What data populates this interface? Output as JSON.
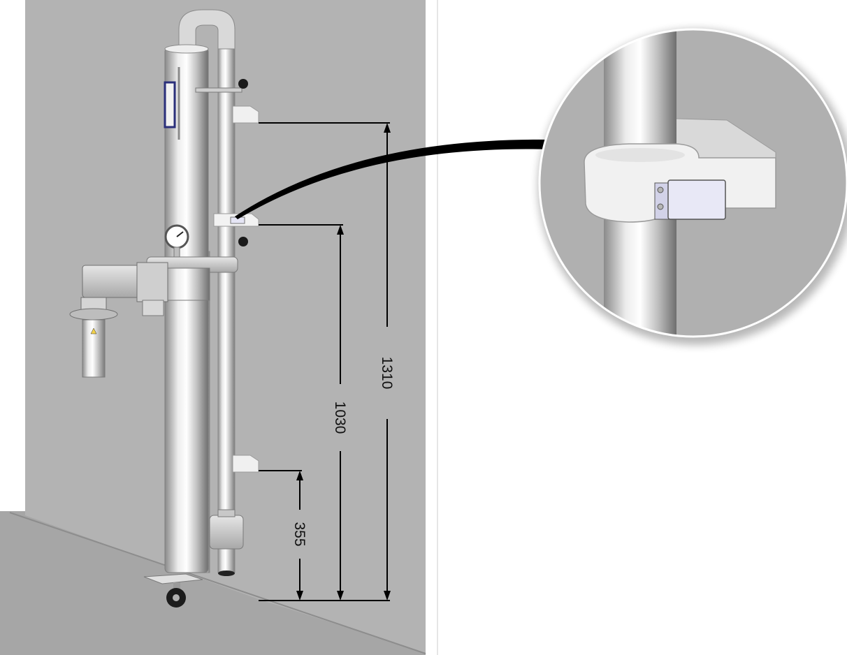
{
  "dimensions": {
    "total_height": "1310",
    "middle_bracket_height": "1030",
    "lower_bracket_height": "355"
  },
  "colors": {
    "wall": "#b3b3b3",
    "floor": "#a9a9a9",
    "bracket": "#f2f2f2",
    "dimension_line": "#000000",
    "gauge_frame": "#2a2f7a"
  },
  "parts": {
    "wall": "wall",
    "floor": "floor",
    "main_column": "stainless-steel-column",
    "return_pipe": "return-pipe",
    "wall_brackets": 3,
    "pressure_gauge": "pressure-gauge",
    "pump_unit": "pump-unit",
    "caster_wheel": "caster-wheel",
    "detail_callout": "bracket-clamp-detail"
  }
}
